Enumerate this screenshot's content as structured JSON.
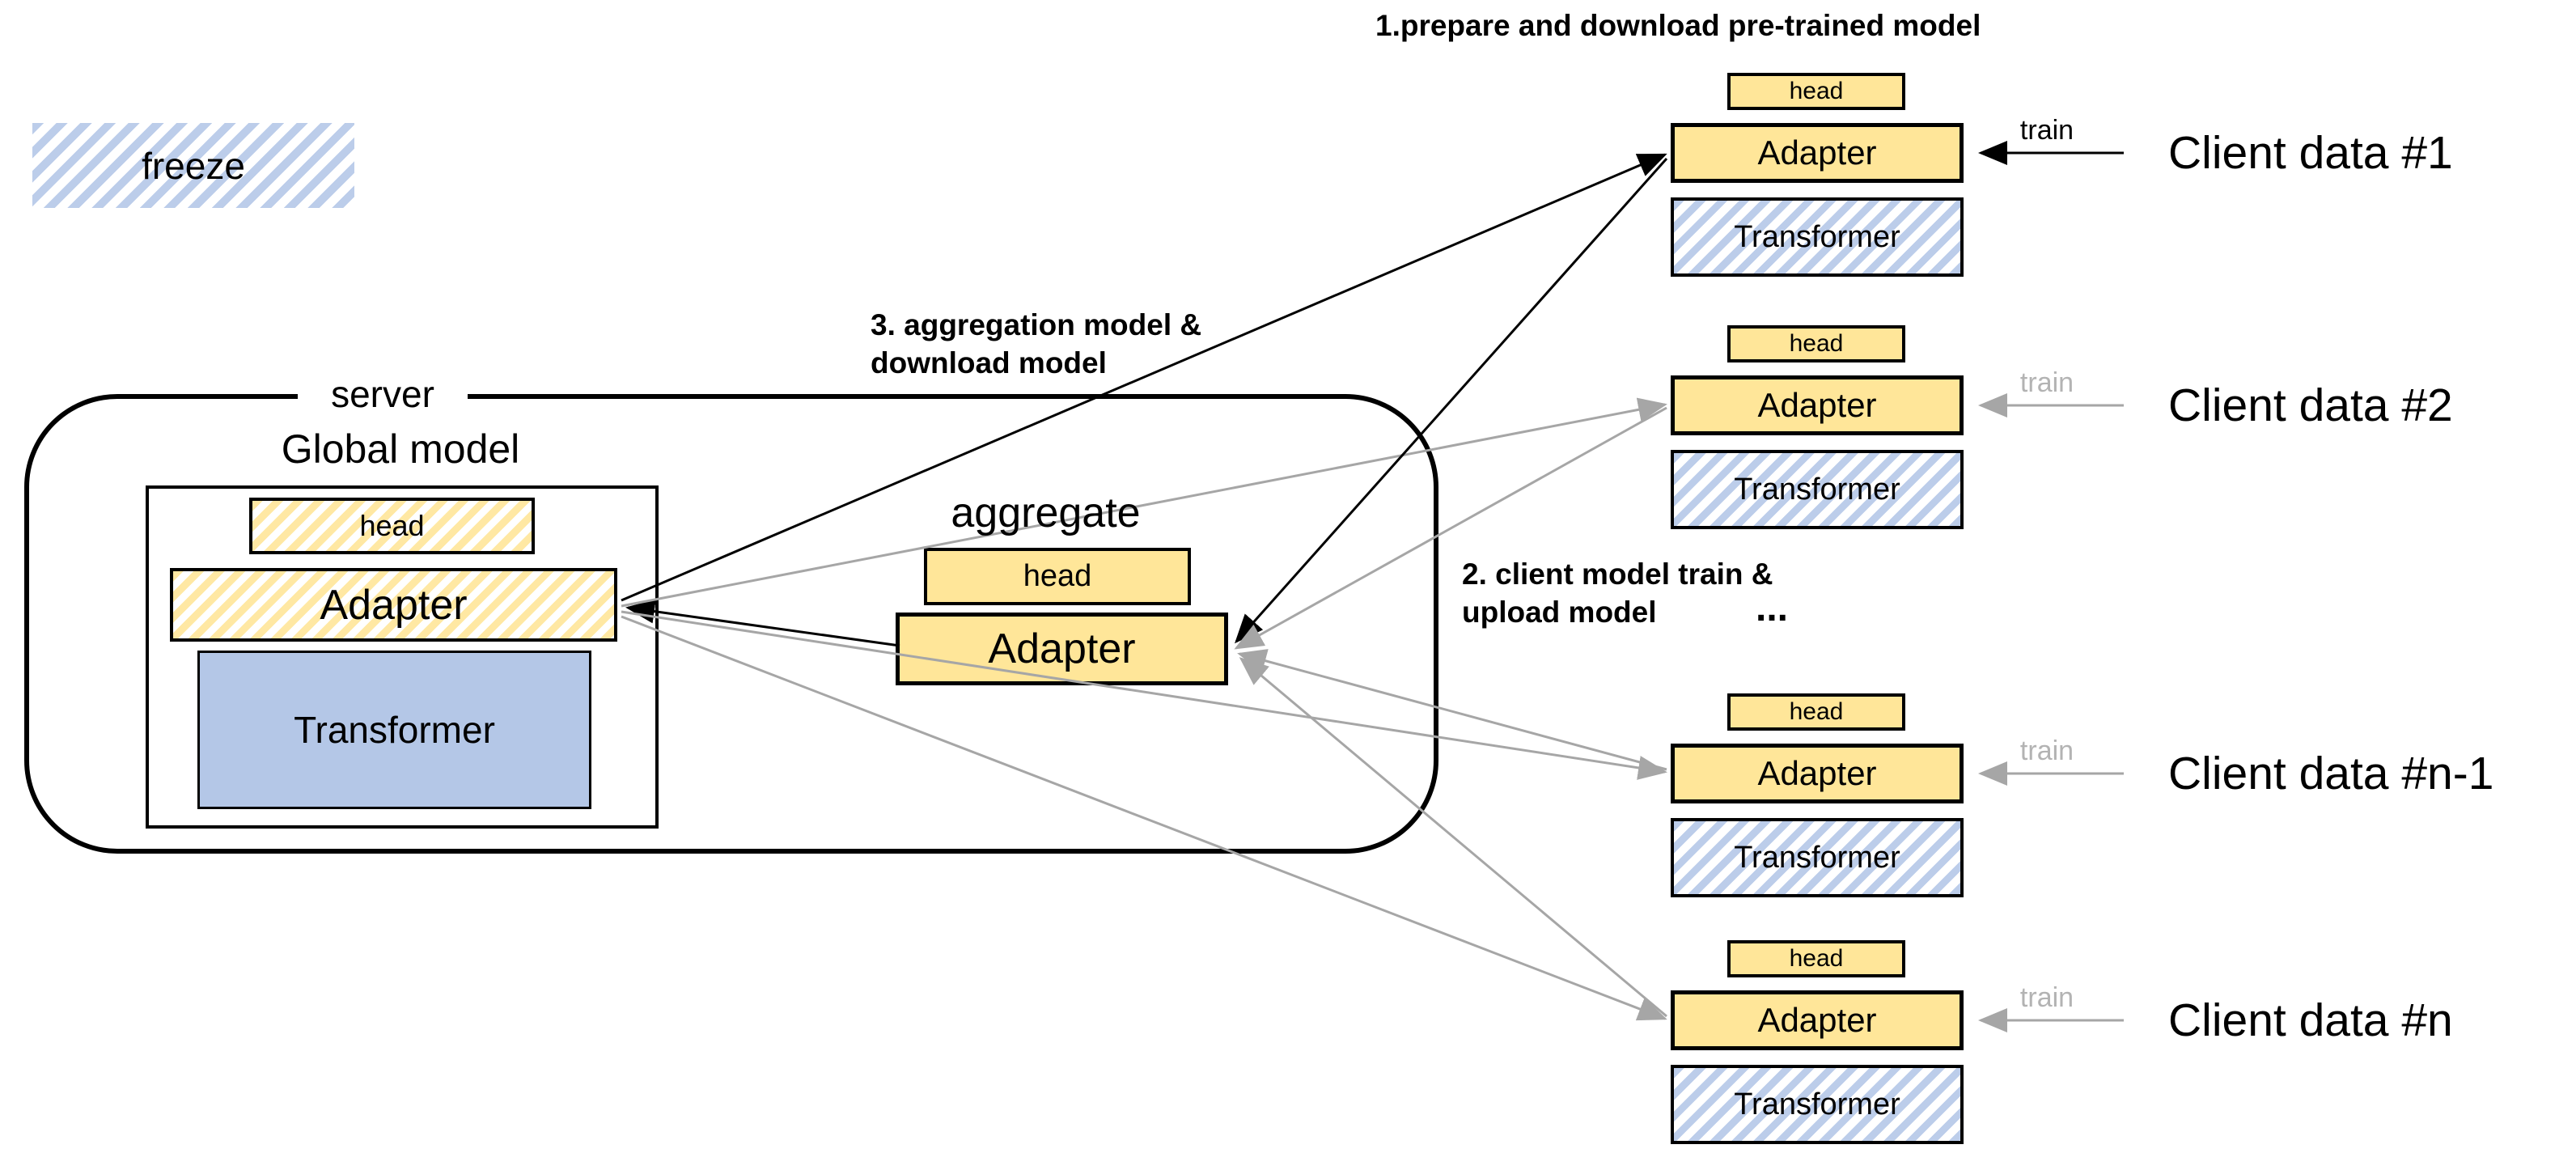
{
  "legend": {
    "freeze": "freeze"
  },
  "annotations": {
    "step1": "1.prepare and download pre-trained model",
    "step2": {
      "line1": "2. client model train &",
      "line2": "upload model"
    },
    "step3": {
      "line1": "3. aggregation model &",
      "line2": "download model"
    },
    "ellipsis": "..."
  },
  "server": {
    "title": "server",
    "model_title": "Global model",
    "head": "head",
    "adapter": "Adapter",
    "transformer": "Transformer"
  },
  "aggregate": {
    "title": "aggregate",
    "head": "head",
    "adapter": "Adapter"
  },
  "clients": [
    {
      "label": "Client data #1",
      "train": "train",
      "head": "head",
      "adapter": "Adapter",
      "transformer": "Transformer"
    },
    {
      "label": "Client data #2",
      "train": "train",
      "head": "head",
      "adapter": "Adapter",
      "transformer": "Transformer"
    },
    {
      "label": "Client data #n-1",
      "train": "train",
      "head": "head",
      "adapter": "Adapter",
      "transformer": "Transformer"
    },
    {
      "label": "Client data #n",
      "train": "train",
      "head": "head",
      "adapter": "Adapter",
      "transformer": "Transformer"
    }
  ],
  "colors": {
    "box_yellow": "#ffe699",
    "box_blue": "#b4c7e7",
    "line_gray": "#a6a6a6",
    "line_black": "#000000"
  }
}
